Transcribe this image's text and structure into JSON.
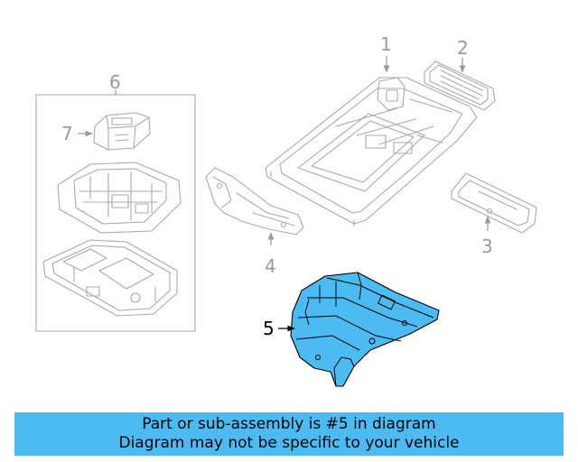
{
  "callouts": {
    "c1": "1",
    "c2": "2",
    "c3": "3",
    "c4": "4",
    "c5": "5",
    "c6": "6",
    "c7": "7"
  },
  "highlighted_part": "5",
  "colors": {
    "highlight_fill": "#4bbbf2",
    "line_gray": "#a9a9a9",
    "banner_bg": "#4bbbf2"
  },
  "banner": {
    "line1": "Part or sub-assembly is #5 in diagram",
    "line2": "Diagram may not be specific to your vehicle"
  }
}
